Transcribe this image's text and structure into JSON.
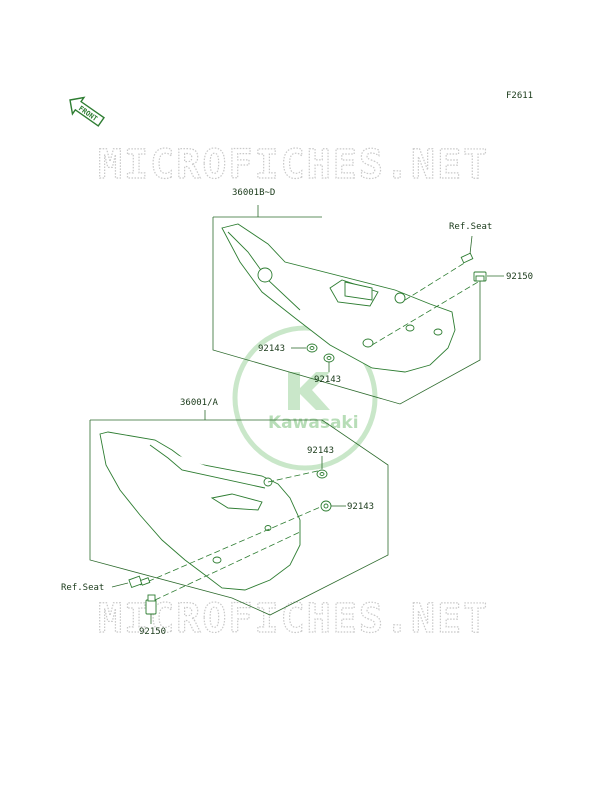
{
  "figure_code": "F2611",
  "front_label": "FRONT",
  "watermark": "MICROFICHES.NET",
  "brand_logo_text": "Kawasaki",
  "parts": {
    "upper_cover": "36001B~D",
    "lower_cover": "36001/A",
    "ref_seat_upper": "Ref.Seat",
    "ref_seat_lower": "Ref.Seat",
    "bolt_upper": "92150",
    "bolt_lower": "92150",
    "washer_upper_left": "92143",
    "washer_upper_right": "92143",
    "washer_lower_top": "92143",
    "washer_lower_right": "92143"
  },
  "colors": {
    "line": "#2e7d32",
    "watermark": "#c9c9c9",
    "logo": "#9fd29f"
  }
}
